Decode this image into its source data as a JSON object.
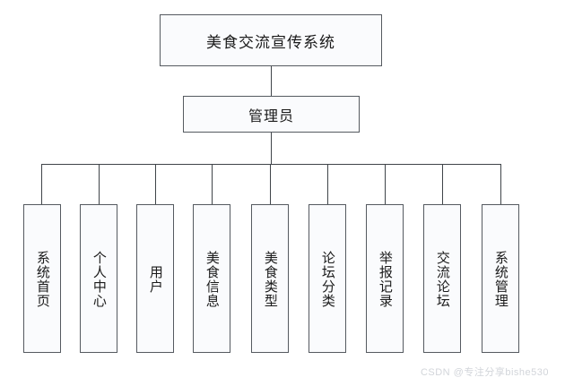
{
  "diagram": {
    "type": "organization-chart",
    "root": {
      "label": "美食交流宣传系统"
    },
    "level2": {
      "label": "管理员"
    },
    "leaves": [
      {
        "label": "系统首页"
      },
      {
        "label": "个人中心"
      },
      {
        "label": "用户"
      },
      {
        "label": "美食信息"
      },
      {
        "label": "美食类型"
      },
      {
        "label": "论坛分类"
      },
      {
        "label": "举报记录"
      },
      {
        "label": "交流论坛"
      },
      {
        "label": "系统管理"
      }
    ]
  },
  "watermark": {
    "text": "CSDN @专注分享bishe530"
  },
  "colors": {
    "box_fill": "#fafbfd",
    "box_border": "#555a60",
    "connector": "#3f4449",
    "text": "#1b1b1b",
    "watermark": "#d2d5da",
    "background": "#ffffff"
  }
}
